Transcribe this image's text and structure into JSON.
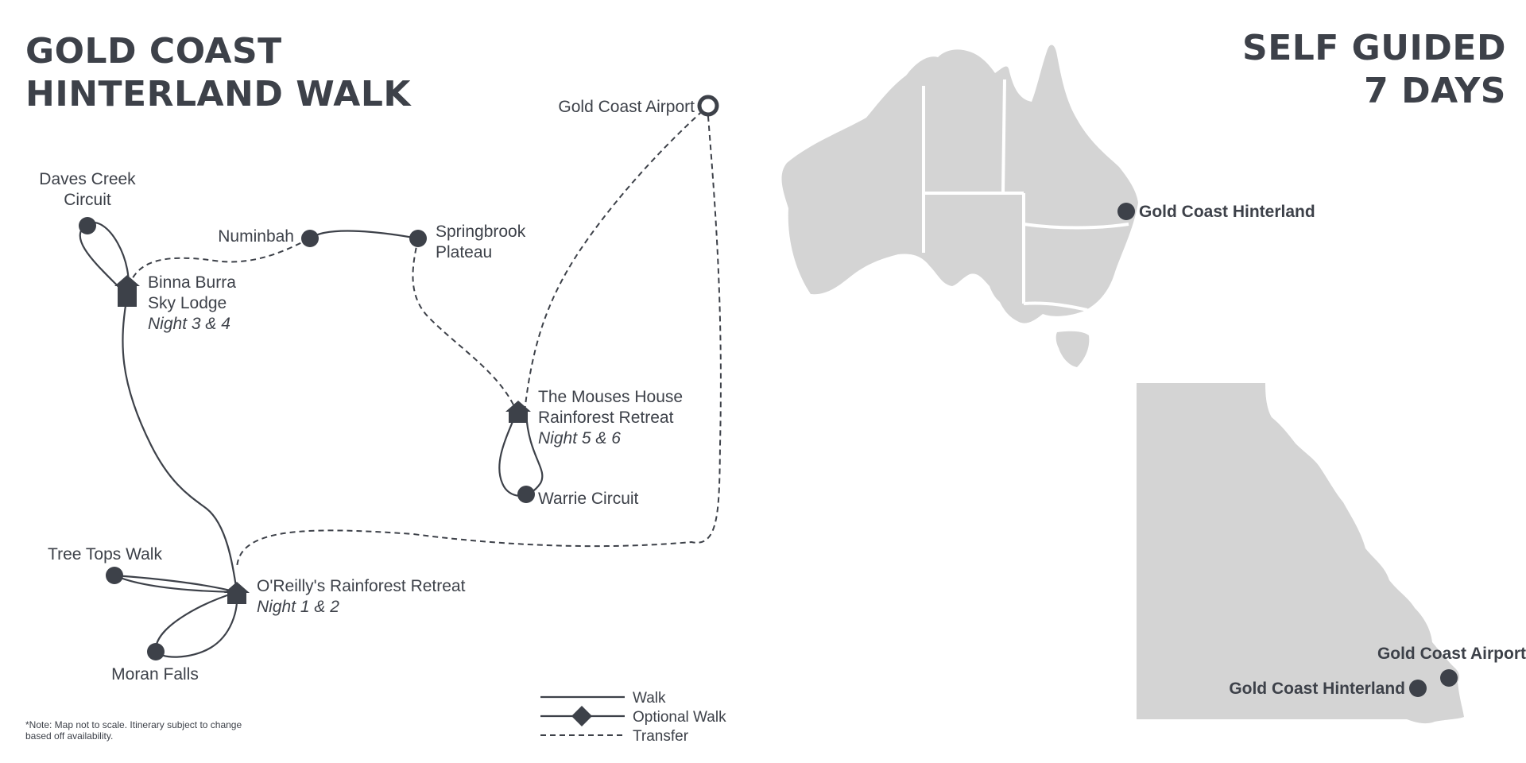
{
  "title": {
    "line1": "GOLD COAST",
    "line2": "HINTERLAND WALK"
  },
  "subtitle": {
    "line1": "SELF GUIDED",
    "line2": "7 DAYS"
  },
  "places": {
    "airport": "Gold Coast Airport",
    "daves_line1": "Daves Creek",
    "daves_line2": "Circuit",
    "numinbah": "Numinbah",
    "springbrook_line1": "Springbrook",
    "springbrook_line2": "Plateau",
    "binna_line1": "Binna Burra",
    "binna_line2": "Sky Lodge",
    "binna_nights": "Night 3 & 4",
    "mouses_line1": "The Mouses House",
    "mouses_line2": "Rainforest Retreat",
    "mouses_nights": "Night 5 & 6",
    "warrie": "Warrie Circuit",
    "tree_tops": "Tree Tops Walk",
    "oreilly": "O'Reilly's Rainforest Retreat",
    "oreilly_nights": "Night 1 & 2",
    "moran": "Moran Falls"
  },
  "inset": {
    "australia_label": "Gold Coast Hinterland",
    "qld_hinterland": "Gold Coast Hinterland",
    "qld_airport": "Gold Coast Airport"
  },
  "legend": {
    "walk": "Walk",
    "optional": "Optional Walk",
    "transfer": "Transfer"
  },
  "note": "*Note: Map not to scale. Itinerary subject to change based off availability.",
  "colors": {
    "ink": "#3d4149",
    "land": "#d4d4d4"
  }
}
